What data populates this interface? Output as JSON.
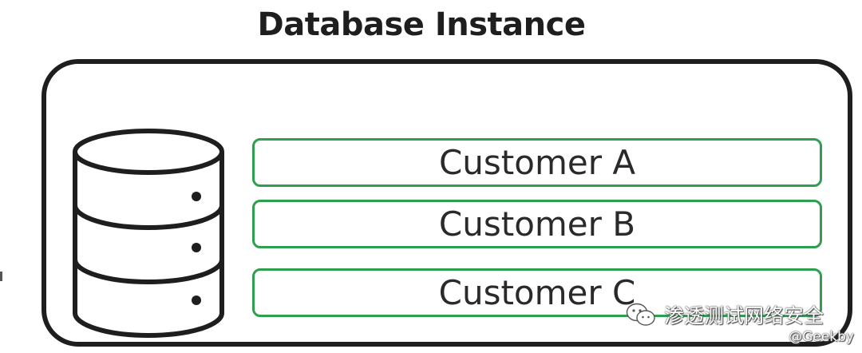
{
  "title": "Database Instance",
  "customers": [
    {
      "label": "Customer A"
    },
    {
      "label": "Customer B"
    },
    {
      "label": "Customer C"
    }
  ],
  "icons": {
    "database": "database-icon",
    "wechat": "wechat-icon"
  },
  "watermark": {
    "text": "渗透测试网络安全",
    "handle": "@Geekby"
  },
  "colors": {
    "outline": "#1e1e1e",
    "customer_border": "#2e9e4f",
    "text": "#2a2a2a"
  }
}
